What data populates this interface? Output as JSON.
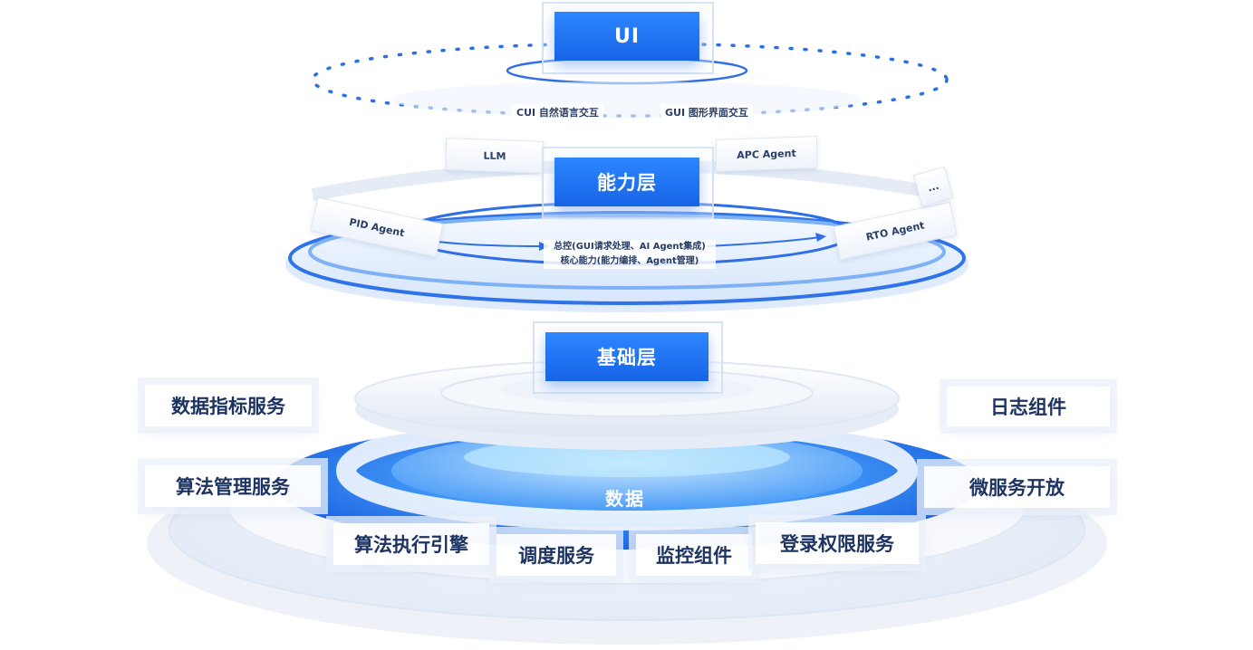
{
  "ui_layer": {
    "title": "UI",
    "interaction_modes": [
      "CUI 自然语言交互",
      "GUI 图形界面交互"
    ]
  },
  "capability_layer": {
    "title": "能力层",
    "agents": [
      "LLM",
      "APC Agent",
      "PID  Agent",
      "RTO Agent",
      "..."
    ],
    "center_lines": [
      "总控(GUI请求处理、AI Agent集成)",
      "核心能力(能力编排、Agent管理)"
    ]
  },
  "base_layer": {
    "title": "基础层",
    "center_label": "数据",
    "services_left": [
      "数据指标服务",
      "算法管理服务"
    ],
    "services_right": [
      "日志组件",
      "微服务开放"
    ],
    "services_bottom": [
      "算法执行引擎",
      "调度服务",
      "监控组件",
      "登录权限服务"
    ]
  },
  "colors": {
    "primary_blue": "#1a6ef0",
    "text_dark": "#1d3361",
    "ring_blue": "#3b82f6"
  }
}
